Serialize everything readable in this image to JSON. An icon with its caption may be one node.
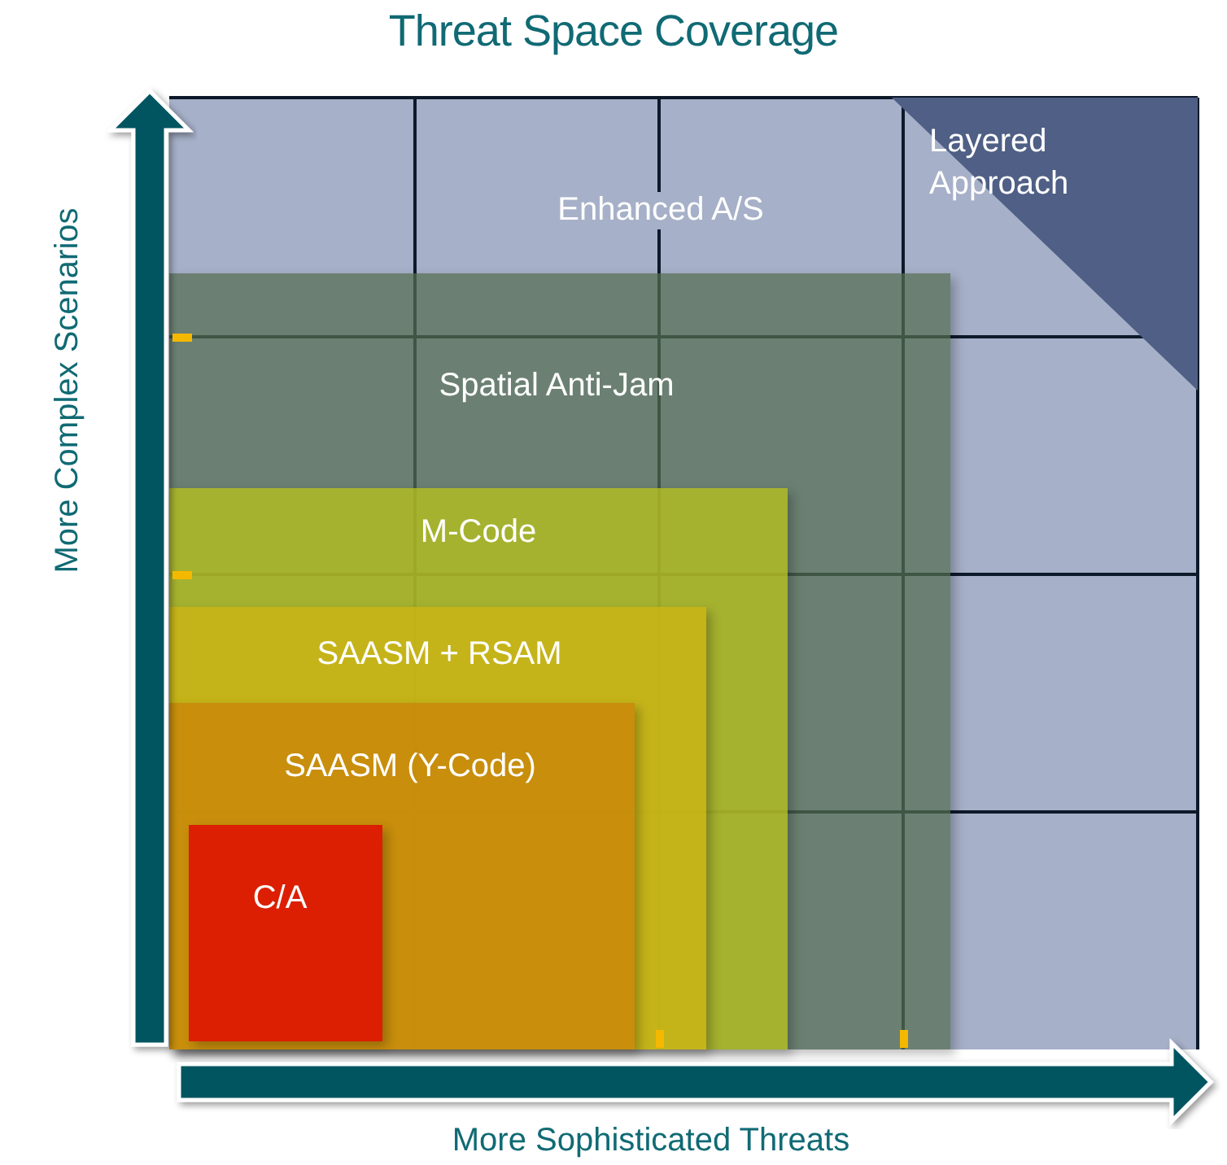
{
  "diagram": {
    "title": "Threat Space Coverage",
    "nodes": [
      {
        "text": [
          "Enhanced A/S"
        ]
      },
      {
        "text": [
          "Layered Approach"
        ],
        "in": 0
      },
      {
        "text": [
          "Spatial Anti-Jam"
        ],
        "in": 0
      },
      {
        "text": [
          "M-Code"
        ],
        "in": 2
      },
      {
        "text": [
          "SAASM + RSAM"
        ],
        "in": 3
      },
      {
        "text": [
          "SAASM (Y-Code)"
        ],
        "in": 4
      },
      {
        "text": [
          "C/A"
        ],
        "in": 5
      }
    ],
    "labels": [
      "More Complex Scenarios",
      "More Sophisticated Threats"
    ]
  }
}
